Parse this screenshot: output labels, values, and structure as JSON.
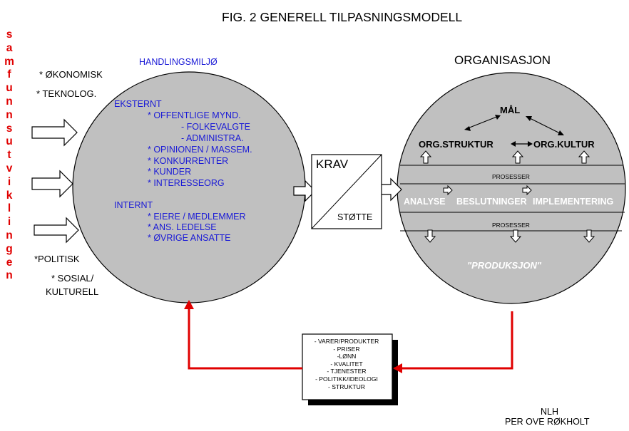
{
  "title": "FIG. 2 GENERELL TILPASNINGSMODELL",
  "side_word": [
    "s",
    "a",
    "m",
    "f",
    "u",
    "n",
    "n",
    "s",
    "u",
    "t",
    "v",
    "i",
    "k",
    "l",
    "i",
    "n",
    "g",
    "e",
    "n"
  ],
  "env": {
    "heading": "HANDLINGSMILJØ",
    "outside": {
      "okonomisk": "* ØKONOMISK",
      "teknolog": "* TEKNOLOG.",
      "politisk": "*POLITISK",
      "sosial": "* SOSIAL/",
      "kulturell": "KULTURELL"
    },
    "external_heading": "EKSTERNT",
    "external_items": [
      "* OFFENTLIGE MYND.",
      "- FOLKEVALGTE",
      "- ADMINISTRA.",
      "* OPINIONEN / MASSEM.",
      "* KONKURRENTER",
      "* KUNDER",
      "* INTERESSEORG"
    ],
    "internal_heading": "INTERNT",
    "internal_items": [
      "* EIERE / MEDLEMMER",
      "* ANS. LEDELSE",
      "* ØVRIGE ANSATTE"
    ]
  },
  "krav_box": {
    "top": "KRAV",
    "bottom": "STØTTE"
  },
  "org": {
    "heading": "ORGANISASJON",
    "mal": "MÅL",
    "struktur": "ORG.STRUKTUR",
    "kultur": "ORG.KULTUR",
    "prosesser_top": "PROSESSER",
    "prosesser_bottom": "PROSESSER",
    "analyse": "ANALYSE",
    "beslutninger": "BESLUTNINGER",
    "implementering": "IMPLEMENTERING",
    "produksjon": "\"PRODUKSJON\""
  },
  "output_box": [
    "- VARER/PRODUKTER",
    "- PRISER",
    "-LØNN",
    "- KVALITET",
    "- TJENESTER",
    "- POLITIKK/IDEOLOGI",
    "- STRUKTUR"
  ],
  "credit": {
    "line1": "NLH",
    "line2": "PER OVE RØKHOLT"
  },
  "colors": {
    "circle": "#c0c0c0",
    "text_blue": "#1a1ad6",
    "accent_red": "#e00000"
  }
}
